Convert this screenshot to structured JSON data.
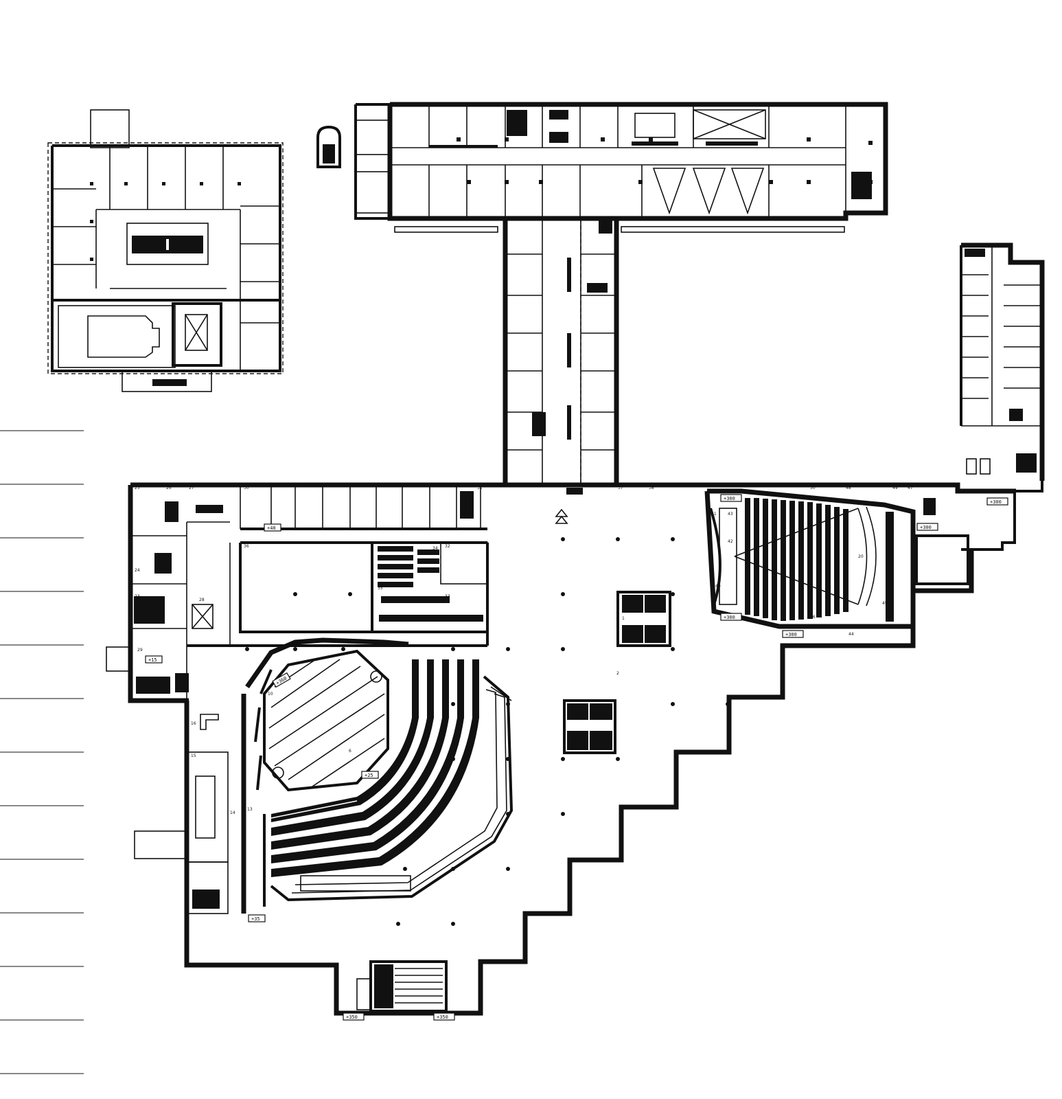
{
  "plan": {
    "level_tags": [
      "+300",
      "+300",
      "+300",
      "+300",
      "+300",
      "+350",
      "+350",
      "+360",
      "+15",
      "+25",
      "+40",
      "+35"
    ],
    "room_numbers": [
      "1",
      "2",
      "6",
      "10",
      "13",
      "14",
      "15",
      "16",
      "20",
      "23",
      "24",
      "25",
      "26",
      "27",
      "28",
      "29",
      "30",
      "31",
      "32",
      "33",
      "34",
      "35",
      "36",
      "37",
      "38",
      "40",
      "41",
      "42",
      "43",
      "44",
      "45",
      "46",
      "47",
      "48",
      "49",
      "50"
    ]
  }
}
